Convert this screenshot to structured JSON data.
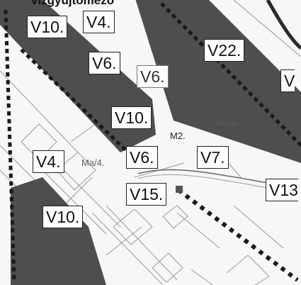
{
  "header": {
    "caption": "vízgyűjtőmező"
  },
  "labels": {
    "v10_top": "V10.",
    "v4_top": "V4.",
    "v22": "V22.",
    "v6_left": "V6.",
    "v6_mid": "V6.",
    "v_edge": "V",
    "v10_mid": "V10.",
    "m2": "M2.",
    "ma4_right": "Ma/4.",
    "v4_left": "V4.",
    "ma4_left": "Ma/4.",
    "v6_low": "V6.",
    "v7": "V7.",
    "v13": "V13",
    "v15": "V15.",
    "v10_bottom": "V10."
  },
  "colors": {
    "zone_fill": "#4e4e4e",
    "zone_edge": "#1a1a1a",
    "background": "#f7f7f7",
    "road_line": "#888888"
  }
}
